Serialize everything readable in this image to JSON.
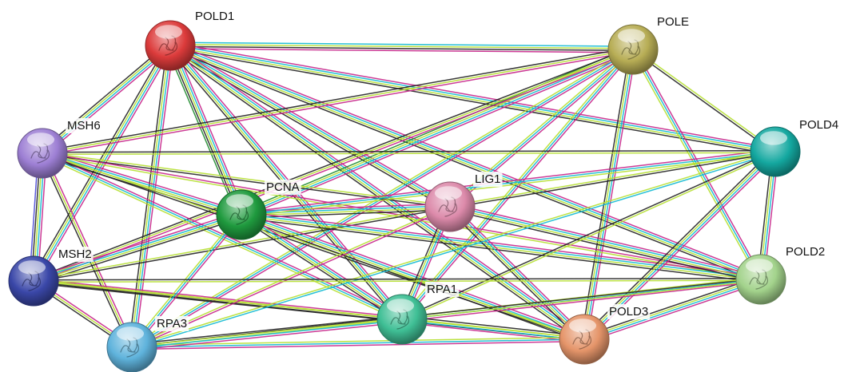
{
  "nodes": [
    {
      "id": "POLD1",
      "label": "POLD1",
      "color": "#dc3b3b",
      "structure": "protein-structure-icon"
    },
    {
      "id": "POLE",
      "label": "POLE",
      "color": "#b7ad55",
      "structure": "protein-structure-icon"
    },
    {
      "id": "MSH6",
      "label": "MSH6",
      "color": "#9d7fd4",
      "structure": "protein-structure-icon"
    },
    {
      "id": "POLD4",
      "label": "POLD4",
      "color": "#14a8a0",
      "structure": "none"
    },
    {
      "id": "PCNA",
      "label": "PCNA",
      "color": "#1f9a3e",
      "structure": "protein-structure-icon"
    },
    {
      "id": "LIG1",
      "label": "LIG1",
      "color": "#dc8aaa",
      "structure": "protein-structure-icon"
    },
    {
      "id": "MSH2",
      "label": "MSH2",
      "color": "#3a47a8",
      "structure": "protein-structure-icon"
    },
    {
      "id": "POLD2",
      "label": "POLD2",
      "color": "#a3d38c",
      "structure": "protein-structure-icon"
    },
    {
      "id": "RPA1",
      "label": "RPA1",
      "color": "#3fbf95",
      "structure": "protein-structure-icon"
    },
    {
      "id": "POLD3",
      "label": "POLD3",
      "color": "#e5956a",
      "structure": "protein-structure-icon"
    },
    {
      "id": "RPA3",
      "label": "RPA3",
      "color": "#5fb3dc",
      "structure": "protein-structure-icon"
    }
  ],
  "edge_colors": {
    "experiments": "#c7258a",
    "databases": "#10b9d2",
    "textmining": "#b5df2f",
    "coexpression": "#222222",
    "neighborhood": "#1e8b2c",
    "homology": "#4a4ad6"
  },
  "edges": [
    {
      "source": "POLD1",
      "target": "POLE",
      "evidence": [
        "databases",
        "textmining",
        "coexpression",
        "experiments"
      ]
    },
    {
      "source": "POLD1",
      "target": "MSH6",
      "evidence": [
        "experiments",
        "databases",
        "textmining",
        "coexpression"
      ]
    },
    {
      "source": "POLD1",
      "target": "MSH2",
      "evidence": [
        "experiments",
        "databases",
        "textmining",
        "coexpression"
      ]
    },
    {
      "source": "POLD1",
      "target": "PCNA",
      "evidence": [
        "experiments",
        "databases",
        "textmining",
        "coexpression",
        "neighborhood"
      ]
    },
    {
      "source": "POLD1",
      "target": "LIG1",
      "evidence": [
        "experiments",
        "databases",
        "textmining",
        "coexpression"
      ]
    },
    {
      "source": "POLD1",
      "target": "POLD4",
      "evidence": [
        "experiments",
        "databases",
        "textmining",
        "coexpression"
      ]
    },
    {
      "source": "POLD1",
      "target": "POLD2",
      "evidence": [
        "experiments",
        "databases",
        "textmining",
        "coexpression"
      ]
    },
    {
      "source": "POLD1",
      "target": "POLD3",
      "evidence": [
        "experiments",
        "databases",
        "textmining",
        "coexpression"
      ]
    },
    {
      "source": "POLD1",
      "target": "RPA1",
      "evidence": [
        "experiments",
        "databases",
        "textmining",
        "coexpression"
      ]
    },
    {
      "source": "POLD1",
      "target": "RPA3",
      "evidence": [
        "experiments",
        "databases",
        "textmining",
        "coexpression"
      ]
    },
    {
      "source": "POLE",
      "target": "MSH6",
      "evidence": [
        "experiments",
        "textmining",
        "coexpression"
      ]
    },
    {
      "source": "POLE",
      "target": "PCNA",
      "evidence": [
        "experiments",
        "databases",
        "textmining",
        "neighborhood"
      ]
    },
    {
      "source": "POLE",
      "target": "LIG1",
      "evidence": [
        "experiments",
        "databases",
        "textmining"
      ]
    },
    {
      "source": "POLE",
      "target": "POLD4",
      "evidence": [
        "textmining",
        "coexpression"
      ]
    },
    {
      "source": "POLE",
      "target": "POLD2",
      "evidence": [
        "experiments",
        "databases",
        "textmining"
      ]
    },
    {
      "source": "POLE",
      "target": "POLD3",
      "evidence": [
        "experiments",
        "databases",
        "textmining",
        "coexpression"
      ]
    },
    {
      "source": "POLE",
      "target": "RPA1",
      "evidence": [
        "experiments",
        "databases",
        "textmining"
      ]
    },
    {
      "source": "POLE",
      "target": "RPA3",
      "evidence": [
        "experiments",
        "databases",
        "textmining"
      ]
    },
    {
      "source": "POLE",
      "target": "MSH2",
      "evidence": [
        "experiments",
        "textmining",
        "coexpression"
      ]
    },
    {
      "source": "MSH6",
      "target": "MSH2",
      "evidence": [
        "experiments",
        "databases",
        "textmining",
        "coexpression",
        "homology"
      ]
    },
    {
      "source": "MSH6",
      "target": "PCNA",
      "evidence": [
        "experiments",
        "databases",
        "textmining",
        "coexpression"
      ]
    },
    {
      "source": "MSH6",
      "target": "LIG1",
      "evidence": [
        "textmining",
        "coexpression"
      ]
    },
    {
      "source": "MSH6",
      "target": "POLD2",
      "evidence": [
        "experiments",
        "textmining"
      ]
    },
    {
      "source": "MSH6",
      "target": "RPA1",
      "evidence": [
        "experiments",
        "databases",
        "textmining"
      ]
    },
    {
      "source": "MSH6",
      "target": "RPA3",
      "evidence": [
        "experiments",
        "textmining",
        "coexpression"
      ]
    },
    {
      "source": "MSH6",
      "target": "POLD3",
      "evidence": [
        "textmining",
        "coexpression"
      ]
    },
    {
      "source": "MSH2",
      "target": "PCNA",
      "evidence": [
        "experiments",
        "databases",
        "textmining",
        "coexpression"
      ]
    },
    {
      "source": "MSH2",
      "target": "LIG1",
      "evidence": [
        "textmining",
        "coexpression"
      ]
    },
    {
      "source": "MSH2",
      "target": "RPA1",
      "evidence": [
        "experiments",
        "textmining",
        "coexpression"
      ]
    },
    {
      "source": "MSH2",
      "target": "RPA3",
      "evidence": [
        "experiments",
        "textmining",
        "coexpression"
      ]
    },
    {
      "source": "MSH2",
      "target": "POLD3",
      "evidence": [
        "textmining",
        "coexpression"
      ]
    },
    {
      "source": "PCNA",
      "target": "LIG1",
      "evidence": [
        "experiments",
        "databases",
        "textmining",
        "coexpression"
      ]
    },
    {
      "source": "PCNA",
      "target": "POLD4",
      "evidence": [
        "experiments",
        "databases",
        "textmining"
      ]
    },
    {
      "source": "PCNA",
      "target": "POLD2",
      "evidence": [
        "experiments",
        "databases",
        "textmining",
        "coexpression"
      ]
    },
    {
      "source": "PCNA",
      "target": "POLD3",
      "evidence": [
        "experiments",
        "databases",
        "textmining",
        "coexpression"
      ]
    },
    {
      "source": "PCNA",
      "target": "RPA1",
      "evidence": [
        "experiments",
        "databases",
        "textmining",
        "coexpression"
      ]
    },
    {
      "source": "PCNA",
      "target": "RPA3",
      "evidence": [
        "experiments",
        "databases",
        "textmining"
      ]
    },
    {
      "source": "LIG1",
      "target": "POLD4",
      "evidence": [
        "textmining",
        "coexpression"
      ]
    },
    {
      "source": "LIG1",
      "target": "POLD2",
      "evidence": [
        "experiments",
        "databases",
        "textmining",
        "coexpression"
      ]
    },
    {
      "source": "LIG1",
      "target": "POLD3",
      "evidence": [
        "experiments",
        "databases",
        "textmining",
        "coexpression"
      ]
    },
    {
      "source": "LIG1",
      "target": "RPA1",
      "evidence": [
        "experiments",
        "databases",
        "textmining",
        "coexpression"
      ]
    },
    {
      "source": "LIG1",
      "target": "RPA3",
      "evidence": [
        "experiments",
        "textmining"
      ]
    },
    {
      "source": "POLD4",
      "target": "POLD2",
      "evidence": [
        "experiments",
        "databases",
        "textmining",
        "coexpression"
      ]
    },
    {
      "source": "POLD4",
      "target": "POLD3",
      "evidence": [
        "experiments",
        "databases",
        "textmining",
        "coexpression"
      ]
    },
    {
      "source": "POLD4",
      "target": "RPA1",
      "evidence": [
        "textmining",
        "coexpression"
      ]
    },
    {
      "source": "POLD4",
      "target": "RPA3",
      "evidence": [
        "databases",
        "textmining"
      ]
    },
    {
      "source": "POLD4",
      "target": "MSH6",
      "evidence": [
        "textmining",
        "coexpression"
      ]
    },
    {
      "source": "POLD2",
      "target": "POLD3",
      "evidence": [
        "experiments",
        "databases",
        "textmining",
        "coexpression"
      ]
    },
    {
      "source": "POLD2",
      "target": "RPA1",
      "evidence": [
        "experiments",
        "databases",
        "textmining"
      ]
    },
    {
      "source": "POLD2",
      "target": "RPA3",
      "evidence": [
        "textmining",
        "coexpression"
      ]
    },
    {
      "source": "POLD2",
      "target": "MSH2",
      "evidence": [
        "textmining",
        "coexpression"
      ]
    },
    {
      "source": "POLD3",
      "target": "RPA1",
      "evidence": [
        "experiments",
        "databases",
        "textmining",
        "coexpression"
      ]
    },
    {
      "source": "POLD3",
      "target": "RPA3",
      "evidence": [
        "experiments",
        "databases",
        "textmining"
      ]
    },
    {
      "source": "RPA1",
      "target": "RPA3",
      "evidence": [
        "experiments",
        "databases",
        "textmining",
        "coexpression"
      ]
    }
  ]
}
